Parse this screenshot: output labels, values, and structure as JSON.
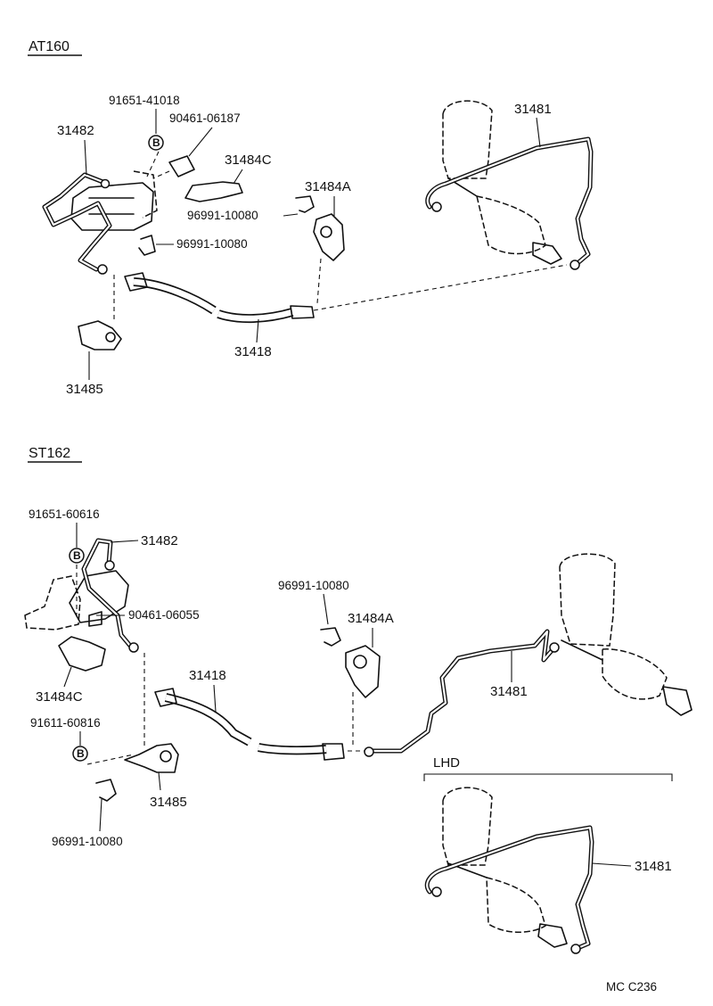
{
  "sections": {
    "top": "AT160",
    "bottom": "ST162",
    "lhd": "LHD"
  },
  "top_labels": {
    "p91651": "91651-41018",
    "p90461": "90461-06187",
    "p31482": "31482",
    "p31484c": "31484C",
    "p31484a": "31484A",
    "p96991a": "96991-10080",
    "p96991b": "96991-10080",
    "p31481": "31481",
    "p31418": "31418",
    "p31485": "31485"
  },
  "bottom_labels": {
    "p91651": "91651-60616",
    "p31482": "31482",
    "p90461": "90461-06055",
    "p31484c": "31484C",
    "p91611": "91611-60816",
    "p31485": "31485",
    "p96991a": "96991-10080",
    "p96991b": "96991-10080",
    "p31484a": "31484A",
    "p31418": "31418",
    "p31481": "31481",
    "p31481_lhd": "31481"
  },
  "badges": {
    "b": "B"
  },
  "footer": {
    "code": "MC C236"
  }
}
